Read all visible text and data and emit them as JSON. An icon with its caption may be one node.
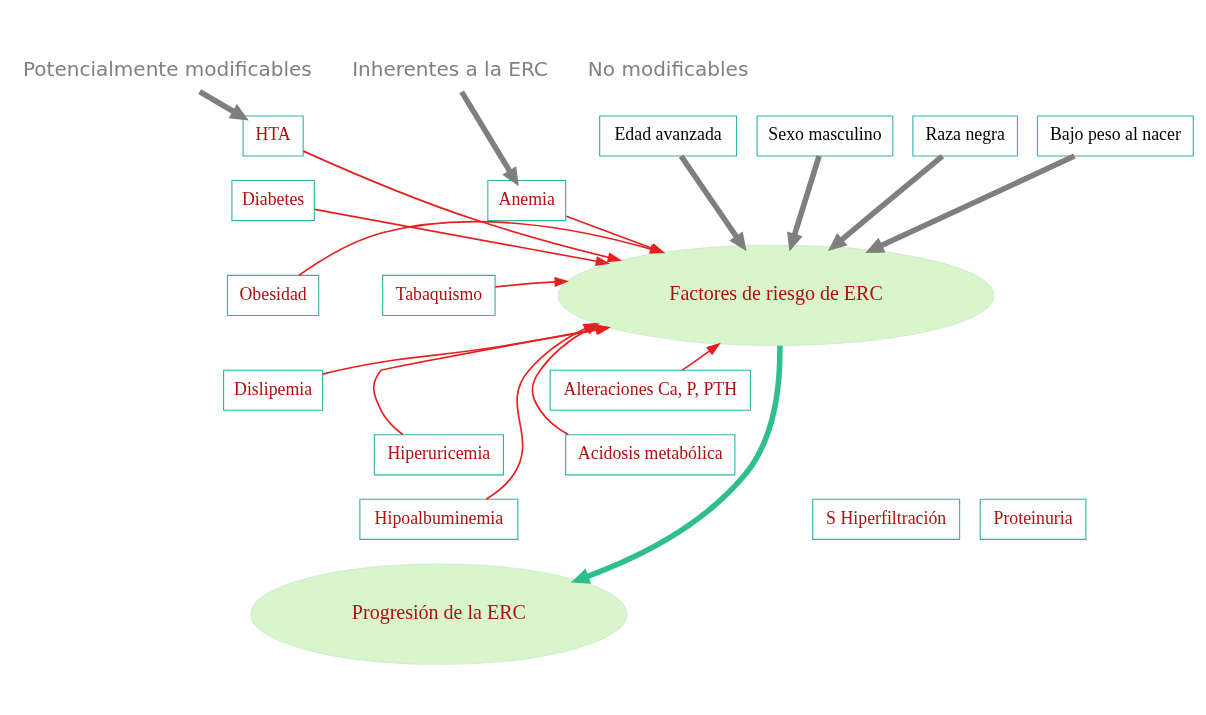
{
  "diagram": {
    "nodes": [
      {
        "text": [
          "Potencialmente modificables"
        ]
      },
      {
        "text": [
          "No modificables"
        ]
      },
      {
        "text": [
          "Edad avanzada"
        ]
      },
      {
        "text": [
          "Sexo masculino"
        ]
      },
      {
        "text": [
          "Raza negra"
        ]
      },
      {
        "text": [
          "Bajo peso al nacer"
        ]
      },
      {
        "text": [
          "Inherentes a la ERC"
        ]
      },
      {
        "text": [
          "HTA"
        ]
      },
      {
        "text": [
          "Diabetes"
        ]
      },
      {
        "text": [
          "Obesidad"
        ]
      },
      {
        "text": [
          "Dislipemia"
        ]
      },
      {
        "text": [
          "Tabaquismo"
        ]
      },
      {
        "text": [
          "Hiperuricemia"
        ]
      },
      {
        "text": [
          "Hipoalbuminemia"
        ]
      },
      {
        "text": [
          "Anemia"
        ]
      },
      {
        "text": [
          "Alteraciones Ca, P, PTH"
        ]
      },
      {
        "text": [
          "Acidosis metabólica"
        ]
      },
      {
        "text": [
          "Factores de riesgo de ERC"
        ]
      },
      {
        "text": [
          "S Hiperfiltración"
        ]
      },
      {
        "text": [
          "Proteinuria"
        ]
      },
      {
        "text": [
          "Progresión de la ERC"
        ]
      }
    ],
    "edges": [
      {
        "from": 0,
        "to": 7,
        "arrow": "to",
        "style": "thick",
        "color": "#7f7f7f"
      },
      {
        "from": 2,
        "to": 17,
        "arrow": "to",
        "style": "thick",
        "color": "#7f7f7f"
      },
      {
        "from": 3,
        "to": 17,
        "arrow": "to",
        "style": "thick",
        "color": "#7f7f7f"
      },
      {
        "from": 4,
        "to": 17,
        "arrow": "to",
        "style": "thick",
        "color": "#7f7f7f"
      },
      {
        "from": 5,
        "to": 17,
        "arrow": "to",
        "style": "thick",
        "color": "#7f7f7f"
      },
      {
        "from": 6,
        "to": 14,
        "arrow": "to",
        "style": "thick",
        "color": "#7f7f7f"
      },
      {
        "from": 7,
        "to": 17,
        "arrow": "to"
      },
      {
        "from": 8,
        "to": 17,
        "arrow": "to"
      },
      {
        "from": 9,
        "to": 17,
        "arrow": "to"
      },
      {
        "from": 10,
        "to": 17,
        "arrow": "to"
      },
      {
        "from": 11,
        "to": 17,
        "arrow": "to"
      },
      {
        "from": 12,
        "to": 17,
        "arrow": "to"
      },
      {
        "from": 13,
        "to": 17,
        "arrow": "to"
      },
      {
        "from": 14,
        "to": 17,
        "arrow": "to"
      },
      {
        "from": 15,
        "to": 17,
        "arrow": "to"
      },
      {
        "from": 16,
        "to": 17,
        "arrow": "to"
      },
      {
        "from": 17,
        "to": 20,
        "arrow": "to",
        "style": "thick",
        "color": "#2fbf8f"
      }
    ]
  }
}
